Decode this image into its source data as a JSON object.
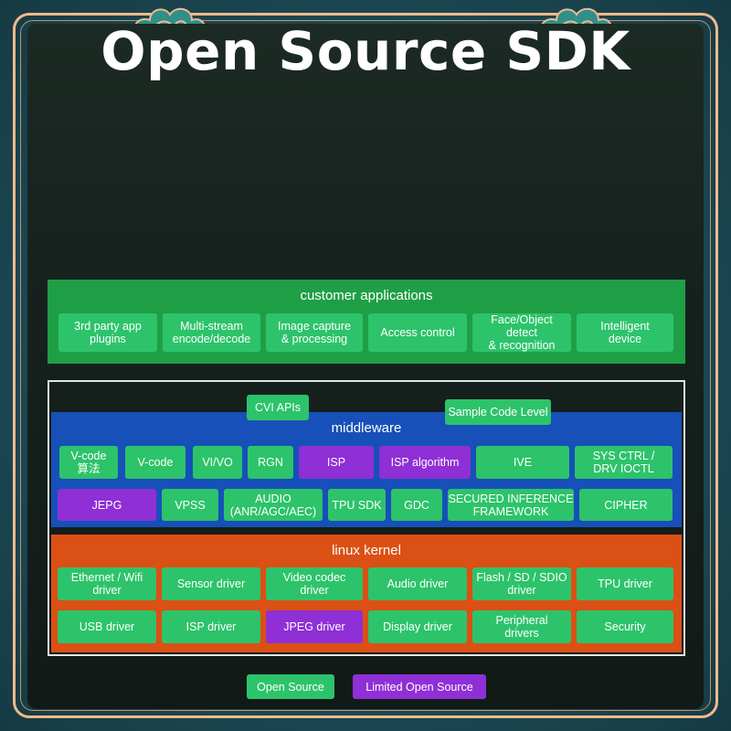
{
  "title": "Open Source SDK",
  "customer": {
    "label": "customer applications",
    "items": [
      "3rd party app\nplugins",
      "Multi-stream\nencode/decode",
      "Image capture\n& processing",
      "Access control",
      "Face/Object\ndetect\n& recognition",
      "Intelligent\ndevice"
    ]
  },
  "tags": {
    "cvi_apis": "CVI APIs",
    "sample_code": "Sample Code Level"
  },
  "middleware": {
    "label": "middleware",
    "row1": [
      "V-code\n算法",
      "V-code",
      "VI/VO",
      "RGN",
      "ISP",
      "ISP algorithm",
      "IVE",
      "SYS CTRL /\nDRV IOCTL"
    ],
    "row2": [
      "JEPG",
      "VPSS",
      "AUDIO\n(ANR/AGC/AEC)",
      "TPU SDK",
      "GDC",
      "SECURED INFERENCE\nFRAMEWORK",
      "CIPHER"
    ]
  },
  "kernel": {
    "label": "linux kernel",
    "row1": [
      "Ethernet / Wifi\ndriver",
      "Sensor driver",
      "Video codec\ndriver",
      "Audio driver",
      "Flash / SD / SDIO\ndriver",
      "TPU driver"
    ],
    "row2": [
      "USB driver",
      "ISP driver",
      "JPEG driver",
      "Display driver",
      "Peripheral\ndrivers",
      "Security"
    ]
  },
  "legend": {
    "open": "Open Source",
    "limited": "Limited Open Source"
  },
  "colors": {
    "open_source": "#2dc36a",
    "limited_open_source": "#8f2fd6",
    "customer_band": "#1f9f45",
    "middleware_band": "#1650b8",
    "kernel_band": "#db5015"
  }
}
